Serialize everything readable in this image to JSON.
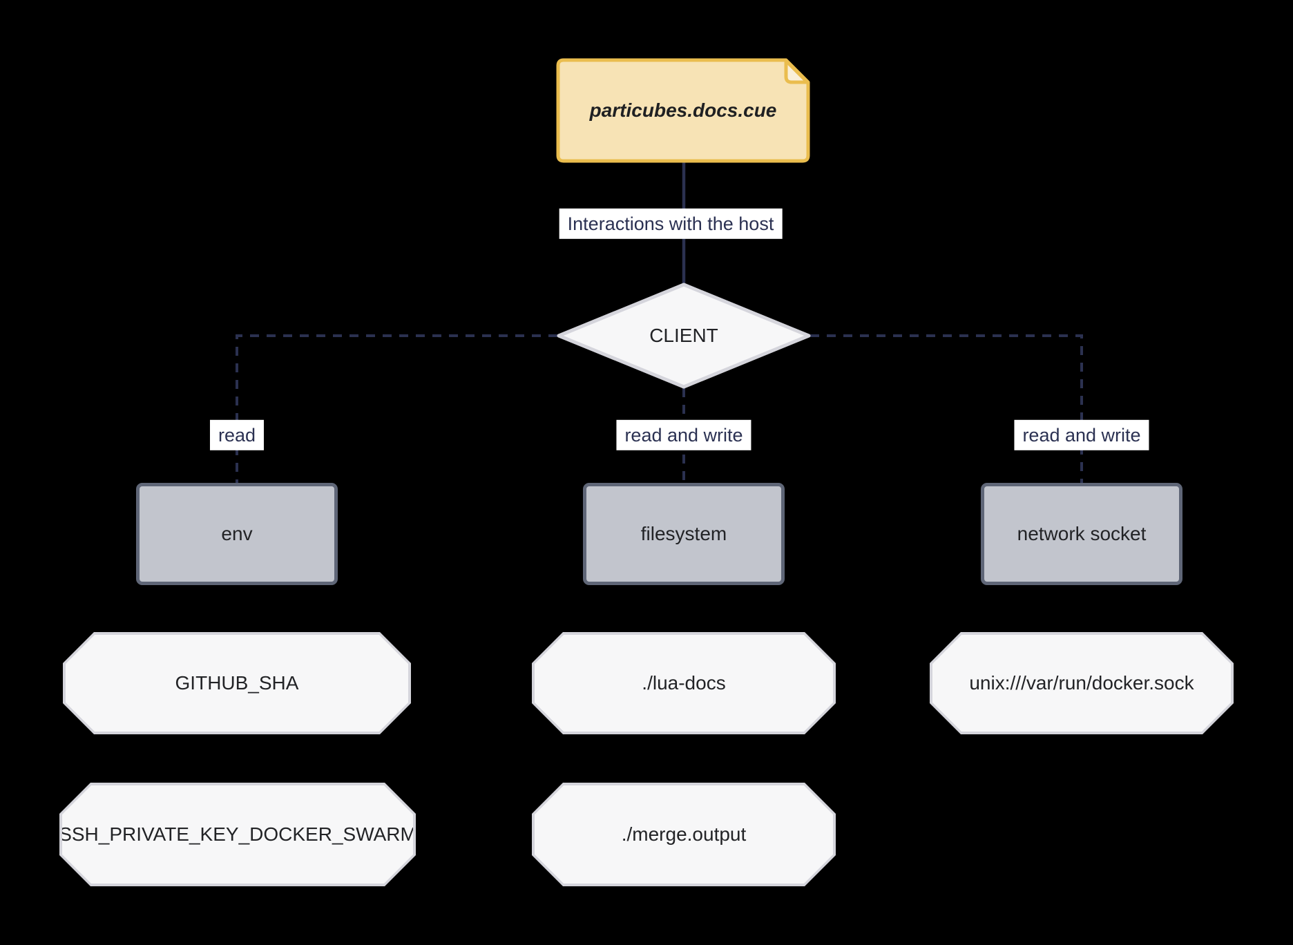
{
  "diagram": {
    "note": {
      "label": "particubes.docs.cue"
    },
    "client": {
      "label": "CLIENT"
    },
    "edges": {
      "host_label": "Interactions with the host",
      "env_label": "read",
      "filesystem_label": "read and write",
      "network_label": "read and write"
    },
    "hosts": [
      {
        "label": "env"
      },
      {
        "label": "filesystem"
      },
      {
        "label": "network socket"
      }
    ],
    "values": [
      {
        "label": "GITHUB_SHA"
      },
      {
        "label": "./lua-docs"
      },
      {
        "label": "unix:///var/run/docker.sock"
      },
      {
        "label": "SSH_PRIVATE_KEY_DOCKER_SWARM"
      },
      {
        "label": "./merge.output"
      }
    ],
    "colors": {
      "background": "#000000",
      "note_fill": "#f7e3b5",
      "note_border": "#eabd4e",
      "note_fold": "#faf0d9",
      "node_fill": "#f7f7f8",
      "node_border": "#d5d5dc",
      "host_fill": "#c2c5cd",
      "host_border": "#5f6677",
      "edge_line": "#2b3150",
      "label_bg": "#ffffff",
      "label_text": "#2b3152"
    }
  }
}
